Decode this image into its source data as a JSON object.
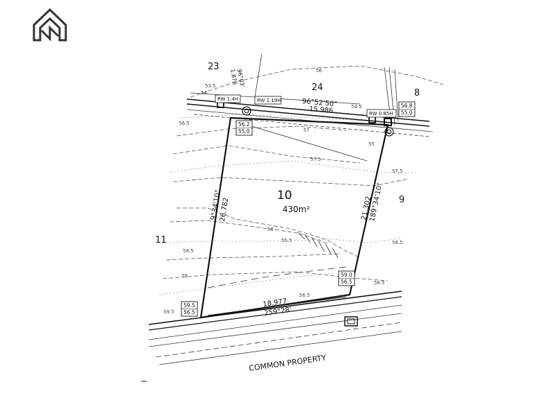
{
  "logo": {
    "name": "n-house-logo",
    "color": "#333333"
  },
  "lots": {
    "main": {
      "number": "10",
      "area": "430m²"
    },
    "neighbors": [
      "23",
      "24",
      "8",
      "9",
      "11"
    ]
  },
  "bearings": {
    "north": {
      "bearing": "96°52'50\"",
      "distance": "15.986"
    },
    "west": {
      "bearing": "9°34'10\"",
      "distance": "26.782"
    },
    "east": {
      "bearing": "189°34'10\"",
      "distance": "21.302"
    },
    "south": {
      "bearing": "259°28'",
      "distance": "18.977"
    },
    "nw_small": {
      "bearing": "96°03'",
      "distance": "1.876"
    }
  },
  "retaining_walls": [
    "RW 1.4H",
    "RW 1.19H",
    "RW 0.85H"
  ],
  "spot_levels": [
    {
      "top": "56.2",
      "bottom": "55.0"
    },
    {
      "top": "56.8",
      "bottom": "55.0"
    },
    {
      "top": "59.0",
      "bottom": "56.5"
    },
    {
      "top": "59.5",
      "bottom": "56.5"
    }
  ],
  "contour_labels": [
    "53.5",
    "54",
    "56",
    "56.5",
    "57",
    "57.5",
    "58",
    "55",
    "55.5",
    "58.5",
    "59",
    "59.5",
    "54.5",
    "57.5",
    "56.5",
    "58.5",
    "56.5"
  ],
  "street_label": "COMMON PROPERTY"
}
